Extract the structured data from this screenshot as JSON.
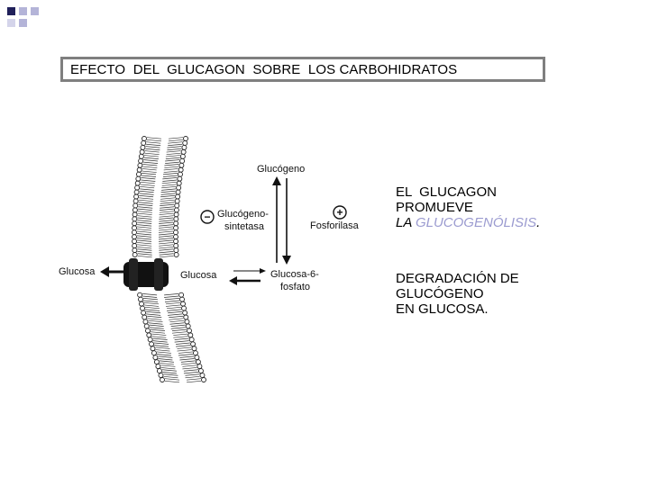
{
  "title": "EFECTO  DEL  GLUCAGON  SOBRE  LOS CARBOHIDRATOS",
  "colors": {
    "accent": "#9b9bd0",
    "title_border": "#7f7f7f",
    "deco_dark": "#20205a",
    "deco_light": "#b4b4d8"
  },
  "diagram": {
    "glucogeno": "Glucógeno",
    "minus_sign": "−",
    "plus_sign": "+",
    "sintetasa_line1": "Glucógeno-",
    "sintetasa_line2": "sintetasa",
    "fosforilasa": "Fosforilasa",
    "glucosa_out": "Glucosa",
    "glucosa_in": "Glucosa",
    "g6p_line1": "Glucosa-6-",
    "g6p_line2": "fosfato"
  },
  "side": {
    "line1": "EL  GLUCAGON",
    "line2": "PROMUEVE",
    "line3_prefix": "LA ",
    "line3_accent": "GLUCOGENÓLISIS",
    "line3_suffix": ".",
    "line4": "DEGRADACIÓN DE",
    "line5": "GLUCÓGENO",
    "line6": "EN GLUCOSA."
  }
}
